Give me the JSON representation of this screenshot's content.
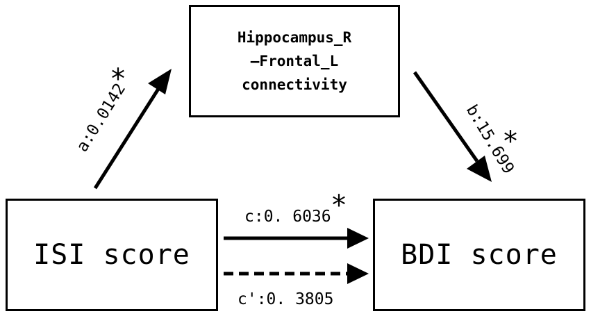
{
  "mediator": {
    "line1": "Hippocampus_R",
    "line2": "—Frontal_L",
    "line3": "connectivity"
  },
  "predictor": {
    "label": "ISI score"
  },
  "outcome": {
    "label": "BDI score"
  },
  "paths": {
    "a": {
      "label": "a:0.0142",
      "marker": "*"
    },
    "b": {
      "label": "b:15.699",
      "marker": "*"
    },
    "c": {
      "label": "c:0. 6036",
      "marker": "*"
    },
    "c_prime": {
      "label": "c':0. 3805"
    }
  }
}
